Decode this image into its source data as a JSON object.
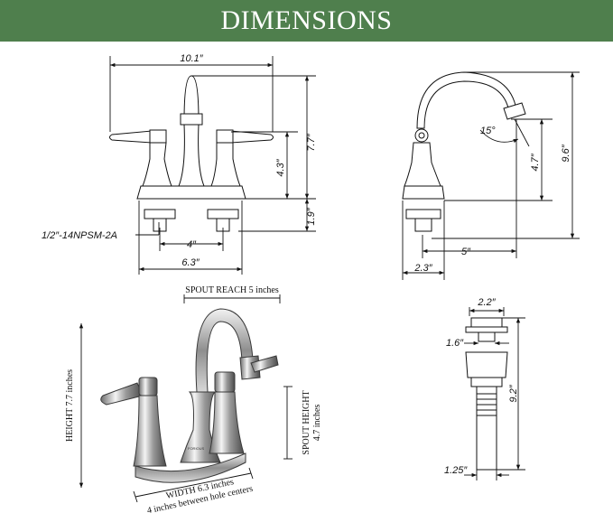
{
  "banner": {
    "title": "DIMENSIONS"
  },
  "front_view": {
    "width_overall": "10.1″",
    "height_overall": "7.7″",
    "spout_height": "4.3″",
    "below_deck": "1.9″",
    "hole_centers": "4″",
    "base_width": "6.3″",
    "thread_spec": "1/2″-14NPSM-2A"
  },
  "side_view": {
    "height_overall": "9.6″",
    "spout_height": "4.7″",
    "spout_angle": "15°",
    "reach": "5″",
    "base_depth": "2.3″"
  },
  "photo": {
    "spout_reach_caption": "SPOUT REACH 5 inches",
    "height_caption": "HEIGHT 7.7 inches",
    "spout_height_caption": "SPOUT HEIGHT",
    "spout_height_value": "4.7 inches",
    "width_caption": "WIDTH 6.3 inches",
    "hole_centers_caption": "4 inches between hole centers",
    "brand_mark": "FORIOUS"
  },
  "drain": {
    "top_width": "2.2″",
    "flange": "1.6″",
    "length": "9.2″",
    "tail_width": "1.25″"
  }
}
